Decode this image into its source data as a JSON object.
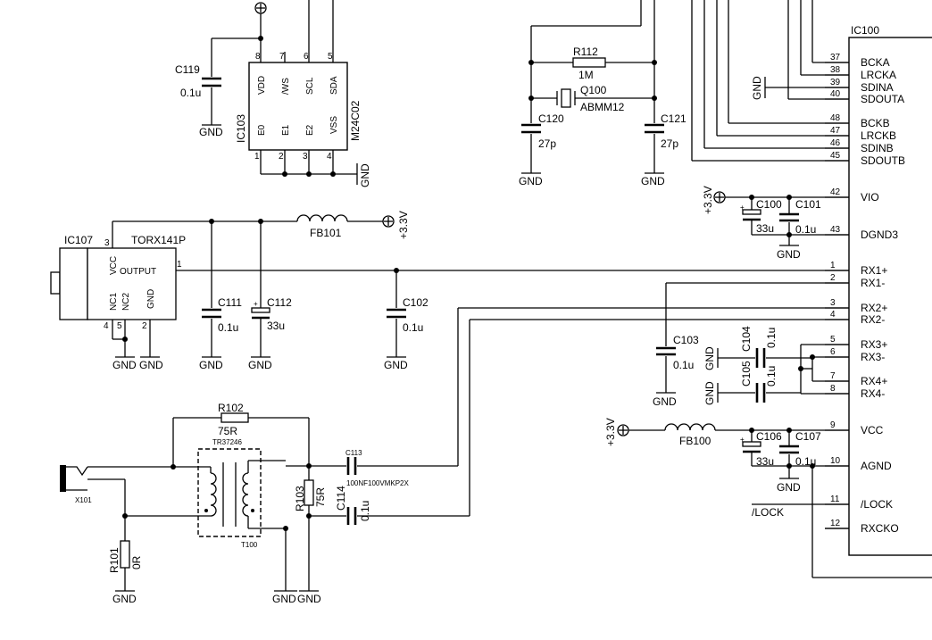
{
  "components": {
    "ic103": {
      "ref": "IC103",
      "part": "M24C02",
      "pins": [
        "VDD",
        "/WS",
        "SCL",
        "SDA",
        "E0",
        "E1",
        "E2",
        "VSS"
      ],
      "pin_numbers": [
        "8",
        "7",
        "6",
        "5",
        "1",
        "2",
        "3",
        "4"
      ]
    },
    "ic100": {
      "ref": "IC100"
    },
    "ic107": {
      "ref": "IC107",
      "part": "TORX141P",
      "pin_labels": [
        "VCC",
        "OUTPUT",
        "NC1",
        "NC2",
        "GND"
      ],
      "pin_numbers": [
        "3",
        "1",
        "4",
        "5",
        "2"
      ]
    },
    "c119": {
      "ref": "C119",
      "value": "0.1u"
    },
    "r112": {
      "ref": "R112",
      "value": "1M"
    },
    "q100": {
      "ref": "Q100",
      "value": "ABMM12"
    },
    "c120": {
      "ref": "C120",
      "value": "27p"
    },
    "c121": {
      "ref": "C121",
      "value": "27p"
    },
    "c100": {
      "ref": "C100",
      "value": "33u"
    },
    "c101": {
      "ref": "C101",
      "value": "0.1u"
    },
    "fb101": {
      "ref": "FB101"
    },
    "c111": {
      "ref": "C111",
      "value": "0.1u"
    },
    "c112": {
      "ref": "C112",
      "value": "33u"
    },
    "c102": {
      "ref": "C102",
      "value": "0.1u"
    },
    "c103": {
      "ref": "C103",
      "value": "0.1u"
    },
    "c104": {
      "ref": "C104",
      "value": "0.1u"
    },
    "c105": {
      "ref": "C105",
      "value": "0.1u"
    },
    "fb100": {
      "ref": "FB100"
    },
    "c106": {
      "ref": "C106",
      "value": "33u"
    },
    "c107": {
      "ref": "C107",
      "value": "0.1u"
    },
    "r102": {
      "ref": "R102",
      "value": "75R"
    },
    "t100": {
      "ref": "T100",
      "part": "TR37246"
    },
    "r103": {
      "ref": "R103",
      "value": "75R"
    },
    "c113": {
      "ref": "C113",
      "value": "100NF100VMKP2X"
    },
    "c114": {
      "ref": "C114",
      "value": "0.1u"
    },
    "x101": {
      "ref": "X101"
    },
    "r101": {
      "ref": "R101",
      "value": "0R"
    }
  },
  "ic100_pins": [
    {
      "num": "37",
      "name": "BCKA"
    },
    {
      "num": "38",
      "name": "LRCKA"
    },
    {
      "num": "39",
      "name": "SDINA"
    },
    {
      "num": "40",
      "name": "SDOUTA"
    },
    {
      "num": "48",
      "name": "BCKB"
    },
    {
      "num": "47",
      "name": "LRCKB"
    },
    {
      "num": "46",
      "name": "SDINB"
    },
    {
      "num": "45",
      "name": "SDOUTB"
    },
    {
      "num": "42",
      "name": "VIO"
    },
    {
      "num": "43",
      "name": "DGND3"
    },
    {
      "num": "1",
      "name": "RX1+"
    },
    {
      "num": "2",
      "name": "RX1-"
    },
    {
      "num": "3",
      "name": "RX2+"
    },
    {
      "num": "4",
      "name": "RX2-"
    },
    {
      "num": "5",
      "name": "RX3+"
    },
    {
      "num": "6",
      "name": "RX3-"
    },
    {
      "num": "7",
      "name": "RX4+"
    },
    {
      "num": "8",
      "name": "RX4-"
    },
    {
      "num": "9",
      "name": "VCC"
    },
    {
      "num": "10",
      "name": "AGND"
    },
    {
      "num": "11",
      "name": "/LOCK"
    },
    {
      "num": "12",
      "name": "RXCKO"
    }
  ],
  "nets": {
    "gnd": "GND",
    "v33": "+3.3V",
    "lock": "/LOCK"
  }
}
